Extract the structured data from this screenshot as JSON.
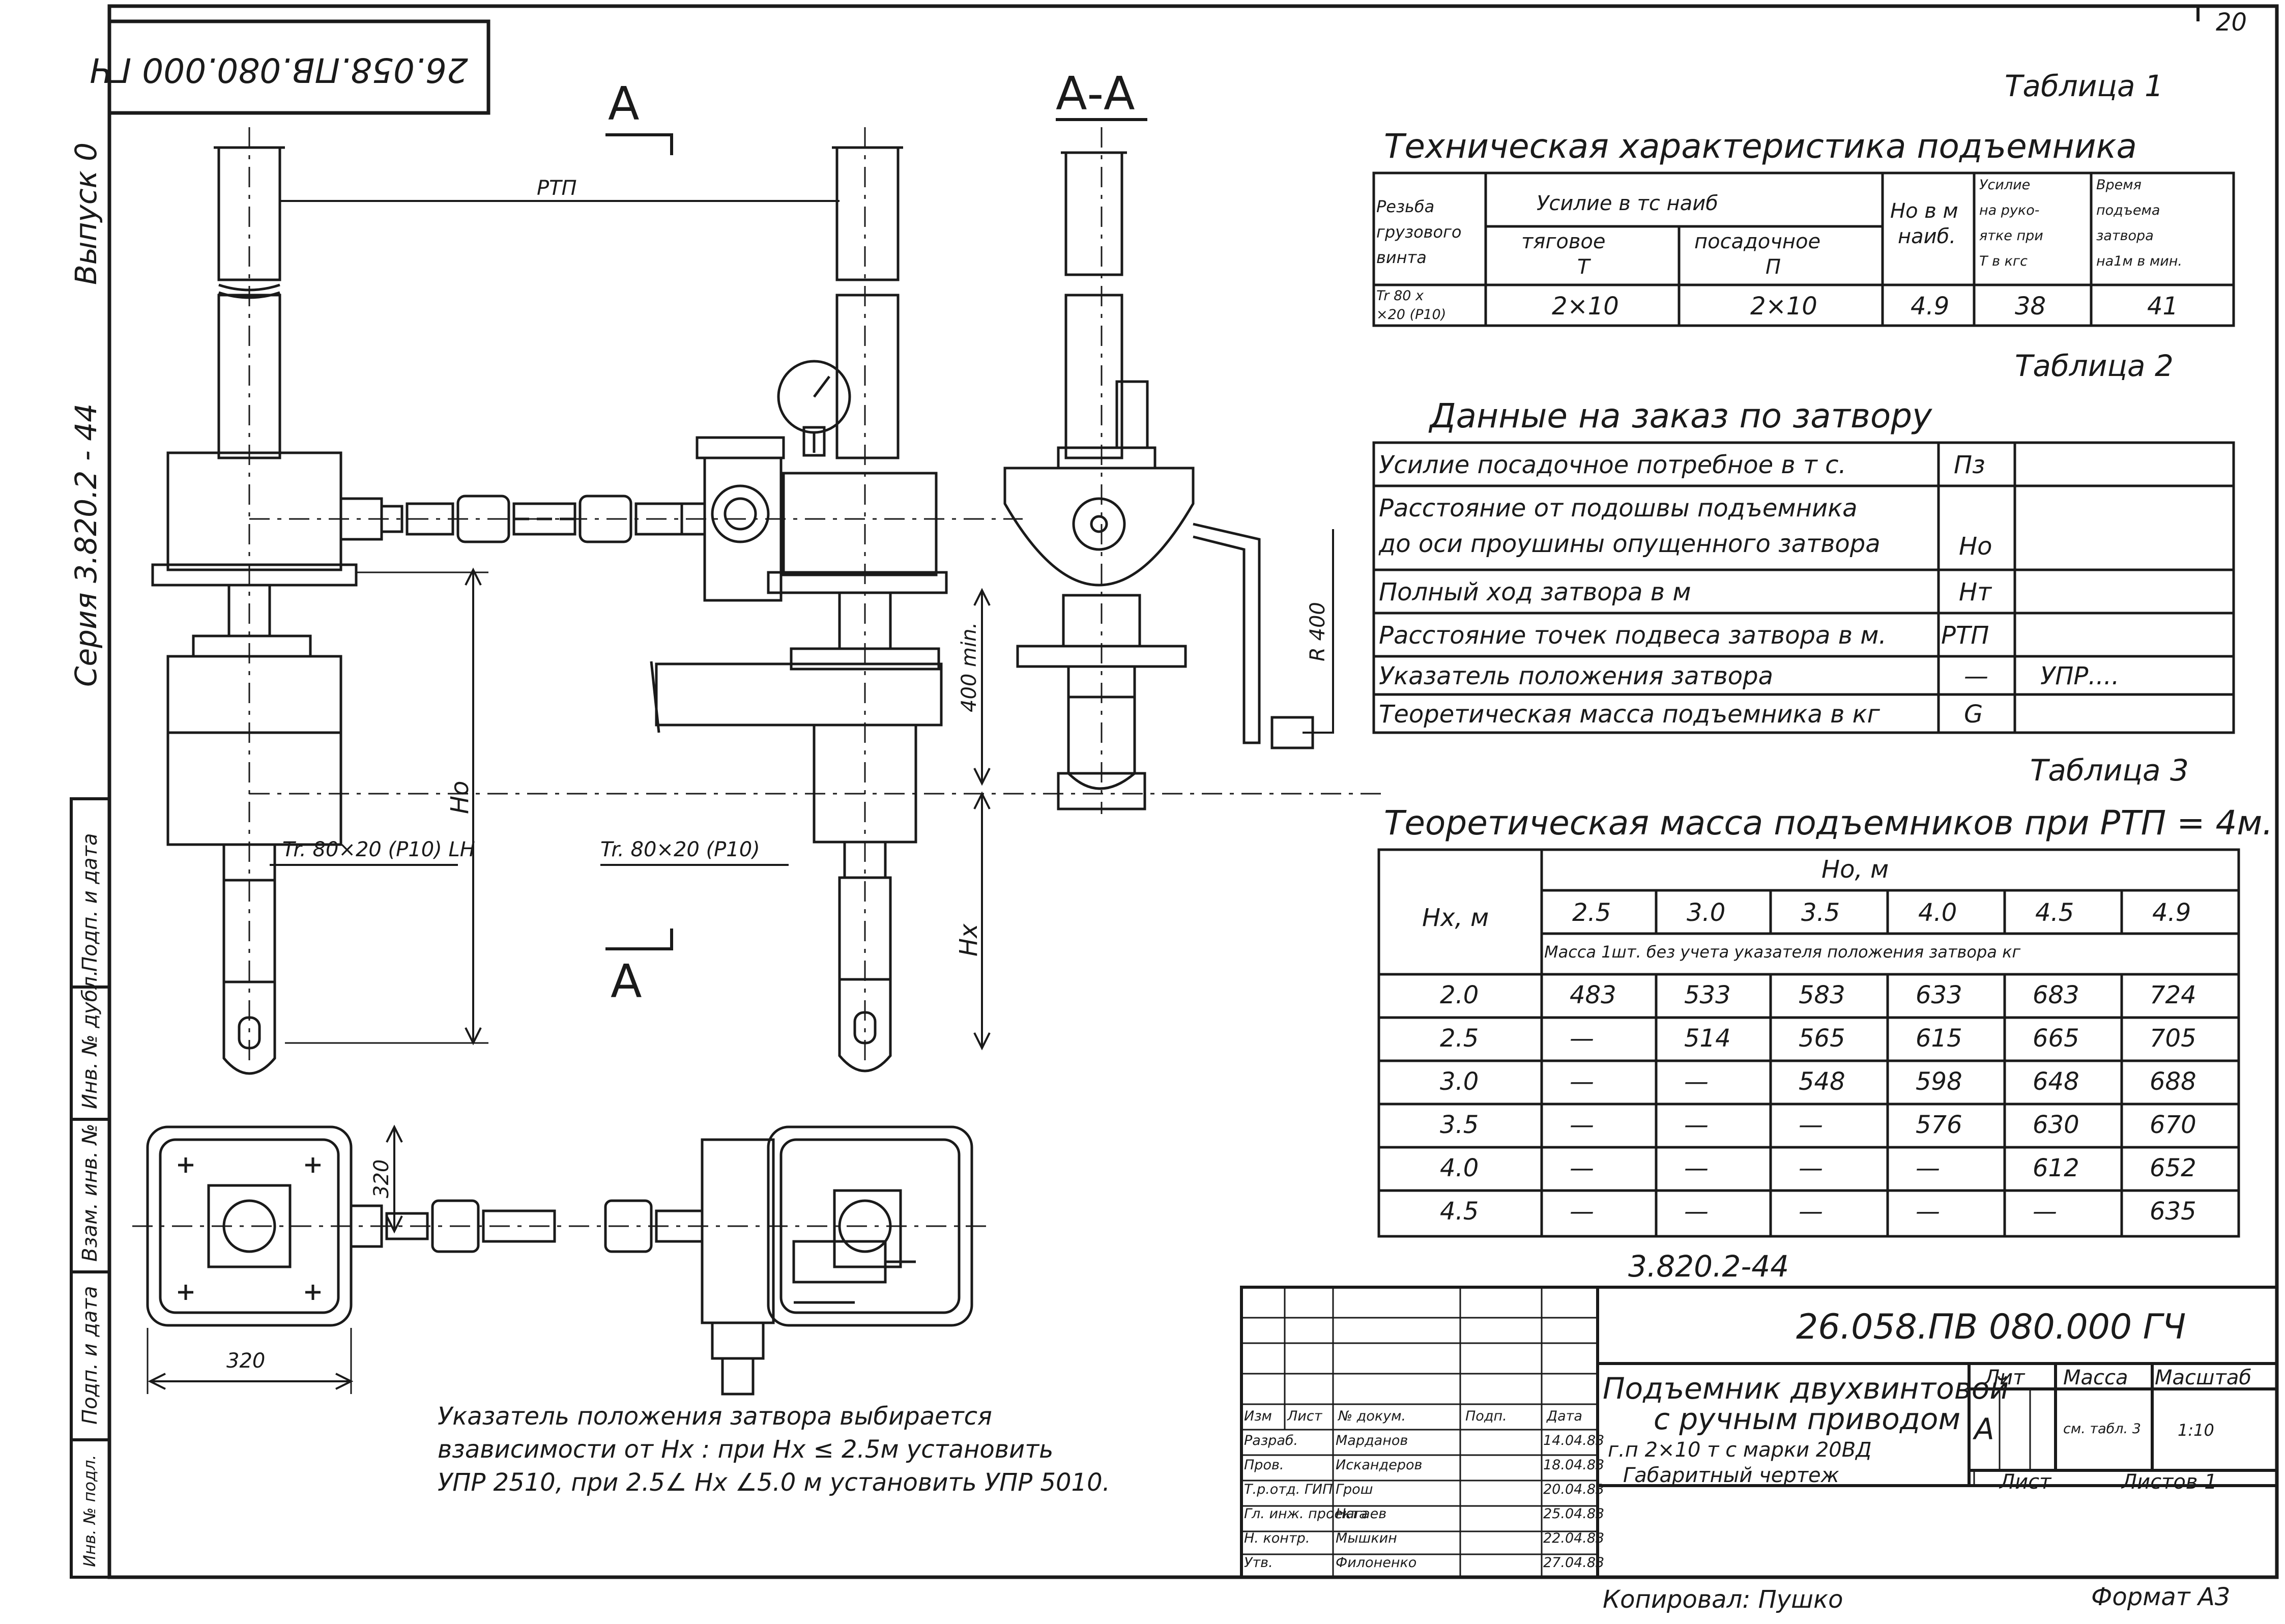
{
  "page_number": "20",
  "doc_code_rotated": "26.058.ПВ.080.000 ГЧ",
  "left_margin": {
    "vypusk": "Выпуск 0",
    "seria": "Серия 3.820.2 - 44",
    "stamp_cells": [
      "Подп. и дата",
      "Инв. № дубл.",
      "Взам. инв. №",
      "Подп. и дата",
      "Инв. № подл."
    ]
  },
  "drawing_labels": {
    "section_a_top": "А",
    "section_a_bottom": "А",
    "section_aa": "А-А",
    "rtp": "РТП",
    "ho": "Но",
    "hx": "Нх",
    "dim_400": "400 min.",
    "r400": "R 400",
    "thread_left": "Tr. 80×20 (P10) LH",
    "thread_right": "Tr. 80×20 (P10)",
    "dim_320_h": "320",
    "dim_320_v": "320"
  },
  "note": {
    "lines": [
      "Указатель положения затвора выбирается",
      "взависимости от Нх : при Нх ≤ 2.5м установить",
      "УПР 2510, при 2.5∠ Нх ∠5.0 м установить УПР 5010."
    ]
  },
  "table1": {
    "caption": "Таблица 1",
    "title": "Техническая характеристика подъемника",
    "headers": {
      "thread": [
        "Резьба",
        "грузового",
        "винта"
      ],
      "force_group": "Усилие в тс наиб",
      "force_pull": [
        "тяговое",
        "Т"
      ],
      "force_landing": [
        "посадочное",
        "П"
      ],
      "ho": [
        "Но в м",
        "наиб."
      ],
      "handle_force": [
        "Усилие",
        "на руко-",
        "ятке при",
        "Т в кгс"
      ],
      "time": [
        "Время",
        "подъема",
        "затвора",
        "на1м в мин."
      ]
    },
    "row": {
      "thread": [
        "Tr 80 x",
        "×20 (P10)"
      ],
      "pull": "2×10",
      "landing": "2×10",
      "ho": "4.9",
      "handle": "38",
      "time": "41"
    }
  },
  "table2": {
    "caption": "Таблица 2",
    "title": "Данные на заказ по затвору",
    "rows": [
      {
        "label": [
          "Усилие посадочное потребное в т с."
        ],
        "symbol": "Пз",
        "value": ""
      },
      {
        "label": [
          "Расстояние от подошвы подъемника",
          "до оси проушины опущенного затвора"
        ],
        "symbol": "Но",
        "value": ""
      },
      {
        "label": [
          "Полный ход затвора в м"
        ],
        "symbol": "Нт",
        "value": ""
      },
      {
        "label": [
          "Расстояние точек подвеса затвора в м."
        ],
        "symbol": "РТП",
        "value": ""
      },
      {
        "label": [
          "Указатель положения затвора"
        ],
        "symbol": "—",
        "value": "УПР...."
      },
      {
        "label": [
          "Теоретическая масса подъемника в кг"
        ],
        "symbol": "G",
        "value": ""
      }
    ]
  },
  "table3": {
    "caption": "Таблица 3",
    "title": "Теоретическая масса подъемников при РТП = 4м.",
    "row_header": "Нх, м",
    "group_header": "Но, м",
    "sub_header": "Масса 1шт. без учета указателя положения затвора кг",
    "columns": [
      "2.5",
      "3.0",
      "3.5",
      "4.0",
      "4.5",
      "4.9"
    ],
    "rows": [
      {
        "hx": "2.0",
        "values": [
          "483",
          "533",
          "583",
          "633",
          "683",
          "724"
        ]
      },
      {
        "hx": "2.5",
        "values": [
          "—",
          "514",
          "565",
          "615",
          "665",
          "705"
        ]
      },
      {
        "hx": "3.0",
        "values": [
          "—",
          "—",
          "548",
          "598",
          "648",
          "688"
        ]
      },
      {
        "hx": "3.5",
        "values": [
          "—",
          "—",
          "—",
          "576",
          "630",
          "670"
        ]
      },
      {
        "hx": "4.0",
        "values": [
          "—",
          "—",
          "—",
          "—",
          "612",
          "652"
        ]
      },
      {
        "hx": "4.5",
        "values": [
          "—",
          "—",
          "—",
          "—",
          "—",
          "635"
        ]
      }
    ]
  },
  "series_code": "3.820.2-44",
  "title_block": {
    "doc_code": "26.058.ПВ 080.000 ГЧ",
    "name": [
      "Подъемник двухвинтовой",
      "с ручным приводом",
      "г.п 2×10 т с марки 20ВД",
      "Габаритный чертеж"
    ],
    "col_headers": [
      "Изм",
      "Лист",
      "№ докум.",
      "Подп.",
      "Дата"
    ],
    "staff": [
      {
        "role": "Разраб.",
        "name": "Марданов",
        "date": "14.04.83"
      },
      {
        "role": "Пров.",
        "name": "Искандеров",
        "date": "18.04.83"
      },
      {
        "role": "Т.р.отд. ГИП",
        "name": "Грош",
        "date": "20.04.83"
      },
      {
        "role": "Гл. инж. проекта",
        "name": "Нагаев",
        "date": "25.04.83"
      },
      {
        "role": "Н. контр.",
        "name": "Мышкин",
        "date": "22.04.83"
      },
      {
        "role": "Утв.",
        "name": "Филоненко",
        "date": "27.04.83"
      }
    ],
    "lit_label": "Лит",
    "lit_value": "А",
    "mass_label": "Масса",
    "mass_value": "см. табл. 3",
    "scale_label": "Масштаб",
    "scale_value": "1:10",
    "sheet_label": "Лист",
    "sheets_label": "Листов 1"
  },
  "footer": {
    "copied": "Копировал: Пушко",
    "format": "Формат А3"
  }
}
